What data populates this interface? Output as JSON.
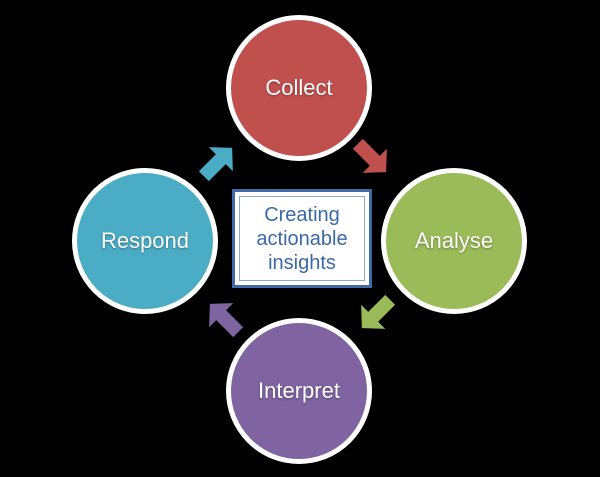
{
  "center": {
    "text": "Creating\nactionable\ninsights"
  },
  "nodes": {
    "collect": {
      "label": "Collect",
      "color": "#c0504d"
    },
    "analyse": {
      "label": "Analyse",
      "color": "#9bbb59"
    },
    "interpret": {
      "label": "Interpret",
      "color": "#8064a2"
    },
    "respond": {
      "label": "Respond",
      "color": "#4bacc6"
    }
  },
  "arrows": [
    {
      "from": "collect",
      "to": "analyse",
      "color": "#c0504d"
    },
    {
      "from": "analyse",
      "to": "interpret",
      "color": "#9bbb59"
    },
    {
      "from": "interpret",
      "to": "respond",
      "color": "#8064a2"
    },
    {
      "from": "respond",
      "to": "collect",
      "color": "#4bacc6"
    }
  ]
}
